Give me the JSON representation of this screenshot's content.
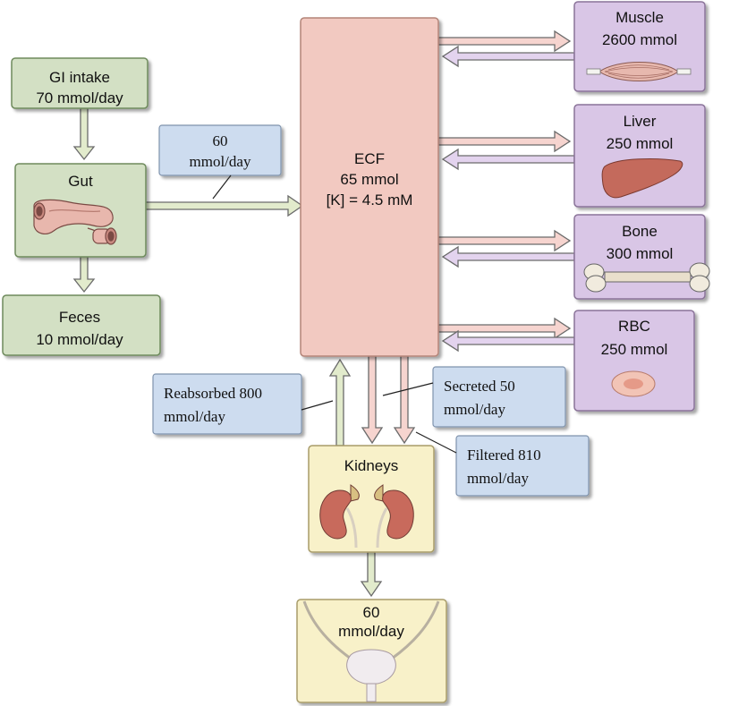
{
  "colors": {
    "green_box": "#d3e0c4",
    "green_stroke": "#6e8a5c",
    "ecf_box": "#f2c9c1",
    "ecf_stroke": "#b38478",
    "purple_box": "#d9c6e6",
    "purple_stroke": "#8a7399",
    "blue_label": "#cddcef",
    "blue_stroke": "#7f93ad",
    "yellow_box": "#f8f1c9",
    "yellow_stroke": "#a89c6a",
    "arrow_green": "#e2ebcc",
    "arrow_pink": "#f6d4cf",
    "arrow_purple": "#e3d3ee"
  },
  "gi_intake": {
    "line1": "GI intake",
    "line2": "70 mmol/day"
  },
  "gut": {
    "label": "Gut",
    "icon": "intestine-icon"
  },
  "feces": {
    "line1": "Feces",
    "line2": "10 mmol/day"
  },
  "absorption_label": {
    "line1": "60",
    "line2": "mmol/day"
  },
  "ecf": {
    "line1": "ECF",
    "line2": "65 mmol",
    "line3": "[K] = 4.5 mM"
  },
  "muscle": {
    "line1": "Muscle",
    "line2": "2600 mmol",
    "icon": "muscle-icon"
  },
  "liver": {
    "line1": "Liver",
    "line2": "250  mmol",
    "icon": "liver-icon"
  },
  "bone": {
    "line1": "Bone",
    "line2": "300 mmol",
    "icon": "bone-icon"
  },
  "rbc": {
    "line1": "RBC",
    "line2": "250 mmol",
    "icon": "red-blood-cell-icon"
  },
  "reabsorbed": {
    "line1": "Reabsorbed 800",
    "line2": "mmol/day"
  },
  "secreted": {
    "line1": "Secreted 50",
    "line2": "mmol/day"
  },
  "filtered": {
    "line1": "Filtered 810",
    "line2": "mmol/day"
  },
  "kidneys": {
    "label": "Kidneys",
    "icon": "kidneys-icon"
  },
  "urine": {
    "line1": "60",
    "line2": "mmol/day",
    "icon": "bladder-icon"
  }
}
